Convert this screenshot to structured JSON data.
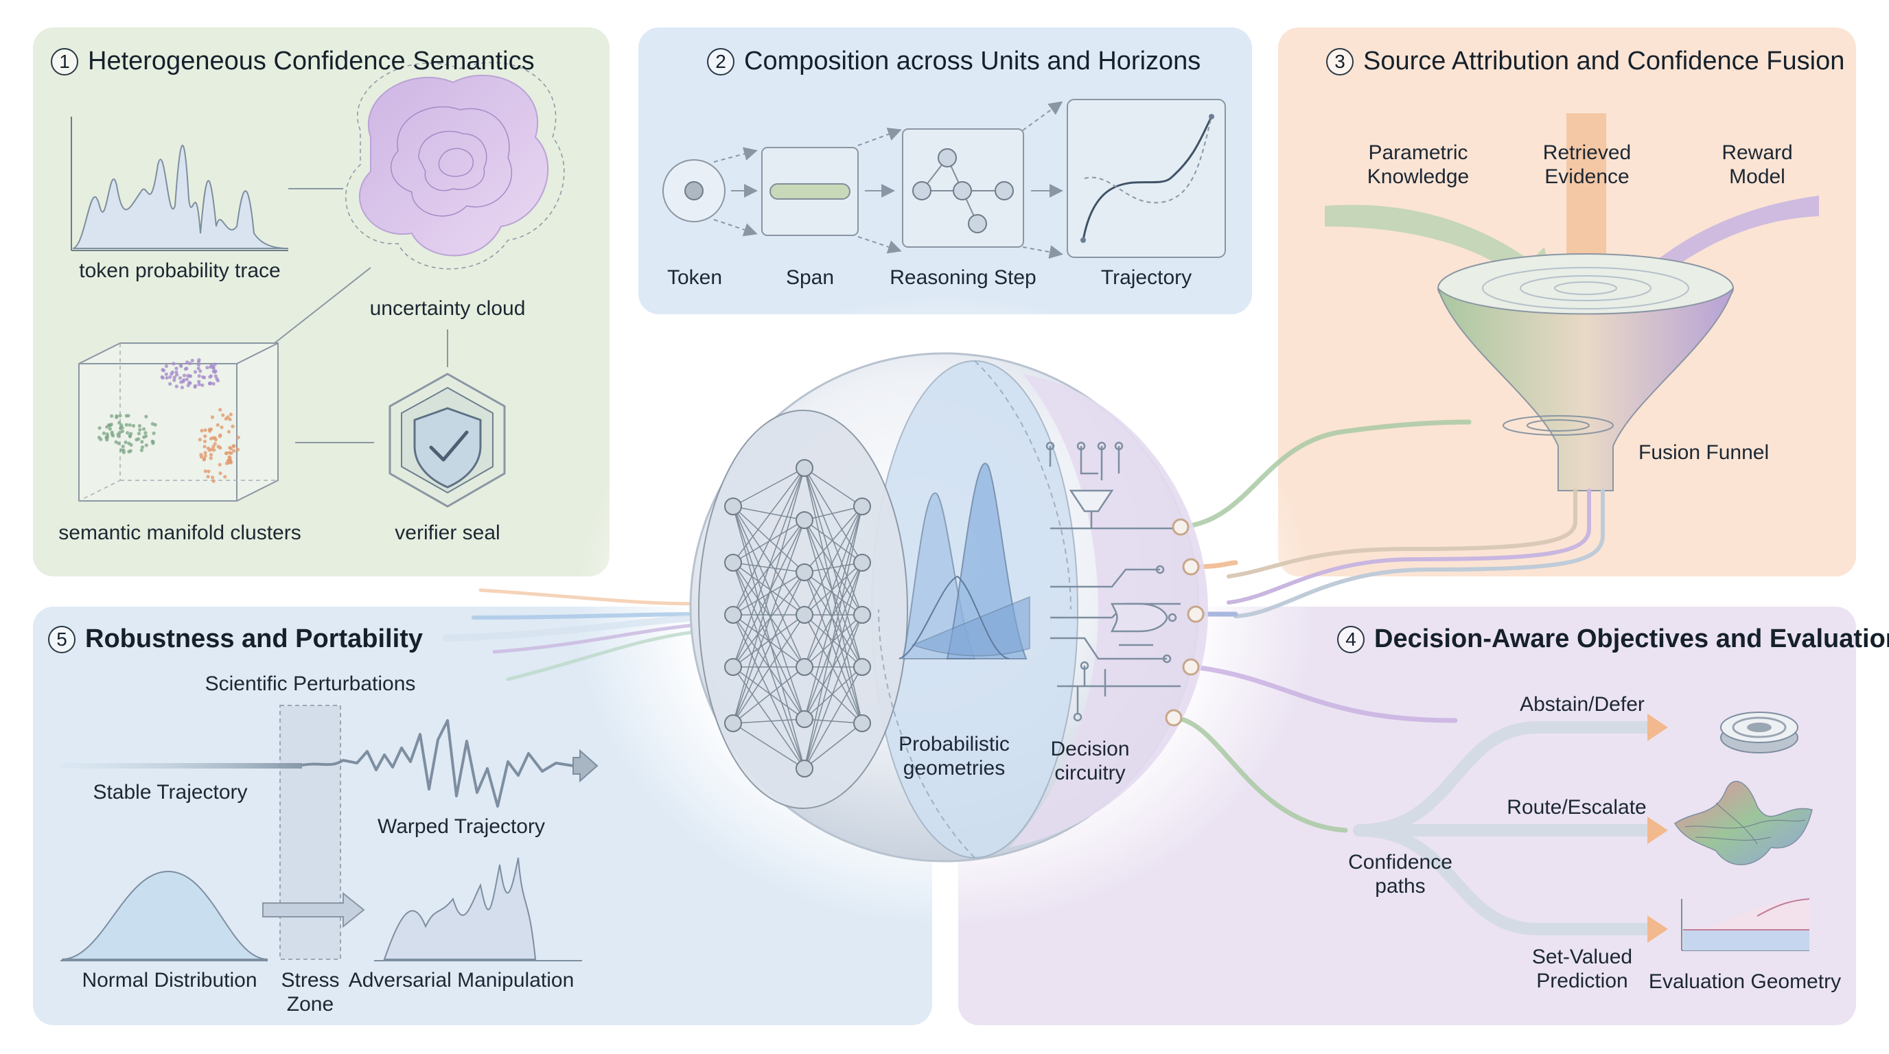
{
  "panels": {
    "p1": {
      "num": "1",
      "title": "Heterogeneous Confidence Semantics",
      "labels": {
        "trace": "token probability trace",
        "cloud": "uncertainty cloud",
        "manifold": "semantic manifold clusters",
        "seal": "verifier seal"
      }
    },
    "p2": {
      "num": "2",
      "title": "Composition across Units and Horizons",
      "labels": {
        "token": "Token",
        "span": "Span",
        "step": "Reasoning Step",
        "traj": "Trajectory"
      }
    },
    "p3": {
      "num": "3",
      "title": "Source Attribution and Confidence Fusion",
      "labels": {
        "param": [
          "Parametric",
          "Knowledge"
        ],
        "retr": [
          "Retrieved",
          "Evidence"
        ],
        "reward": [
          "Reward",
          "Model"
        ],
        "funnel": "Fusion Funnel"
      }
    },
    "p4": {
      "num": "4",
      "title": "Decision-Aware Objectives and Evaluation",
      "labels": {
        "abstain": "Abstain/Defer",
        "route": "Route/Escalate",
        "setval": [
          "Set-Valued",
          "Prediction"
        ],
        "conf": [
          "Confidence",
          "paths"
        ],
        "evalgeo": "Evaluation Geometry"
      }
    },
    "p5": {
      "num": "5",
      "title": "Robustness and Portability",
      "labels": {
        "pert": "Scientific Perturbations",
        "stable": "Stable Trajectory",
        "warped": "Warped Trajectory",
        "normal": "Normal Distribution",
        "stress": [
          "Stress",
          "Zone"
        ],
        "adv": "Adversarial Manipulation"
      }
    }
  },
  "center": {
    "geom": [
      "Probabilistic",
      "geometries"
    ],
    "circ": [
      "Decision",
      "circuitry"
    ]
  },
  "colors": {
    "green": "#e4ecdc",
    "blue": "#dde9f5",
    "peach": "#fbe3d2",
    "lavender": "#ebe3f2",
    "accent_green": "#7fa882",
    "accent_orange": "#e8a472",
    "accent_purple": "#a58ccb"
  }
}
